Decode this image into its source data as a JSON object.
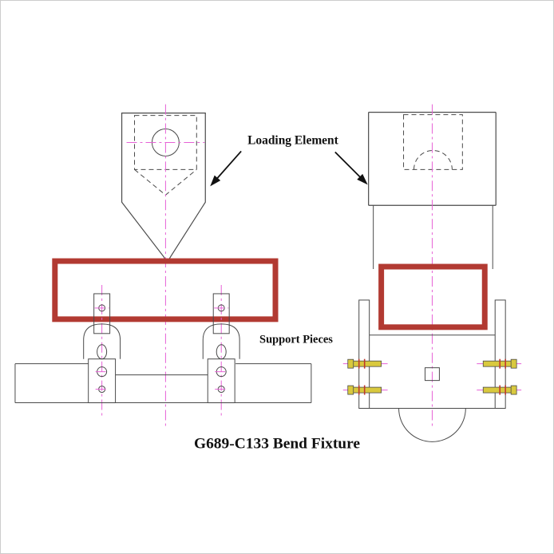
{
  "title": "G689-C133 Bend Fixture",
  "annotations": {
    "loading_element": "Loading Element",
    "support_pieces": "Support Pieces"
  },
  "colors": {
    "line": "#4a4a4a",
    "highlight_red": "#b23a32",
    "centerline": "#e661d6",
    "bolt_yellow": "#d9c93e",
    "bolt_accent_red": "#c0392b",
    "text": "#111111",
    "frame": "#cccccc",
    "background": "#ffffff"
  }
}
